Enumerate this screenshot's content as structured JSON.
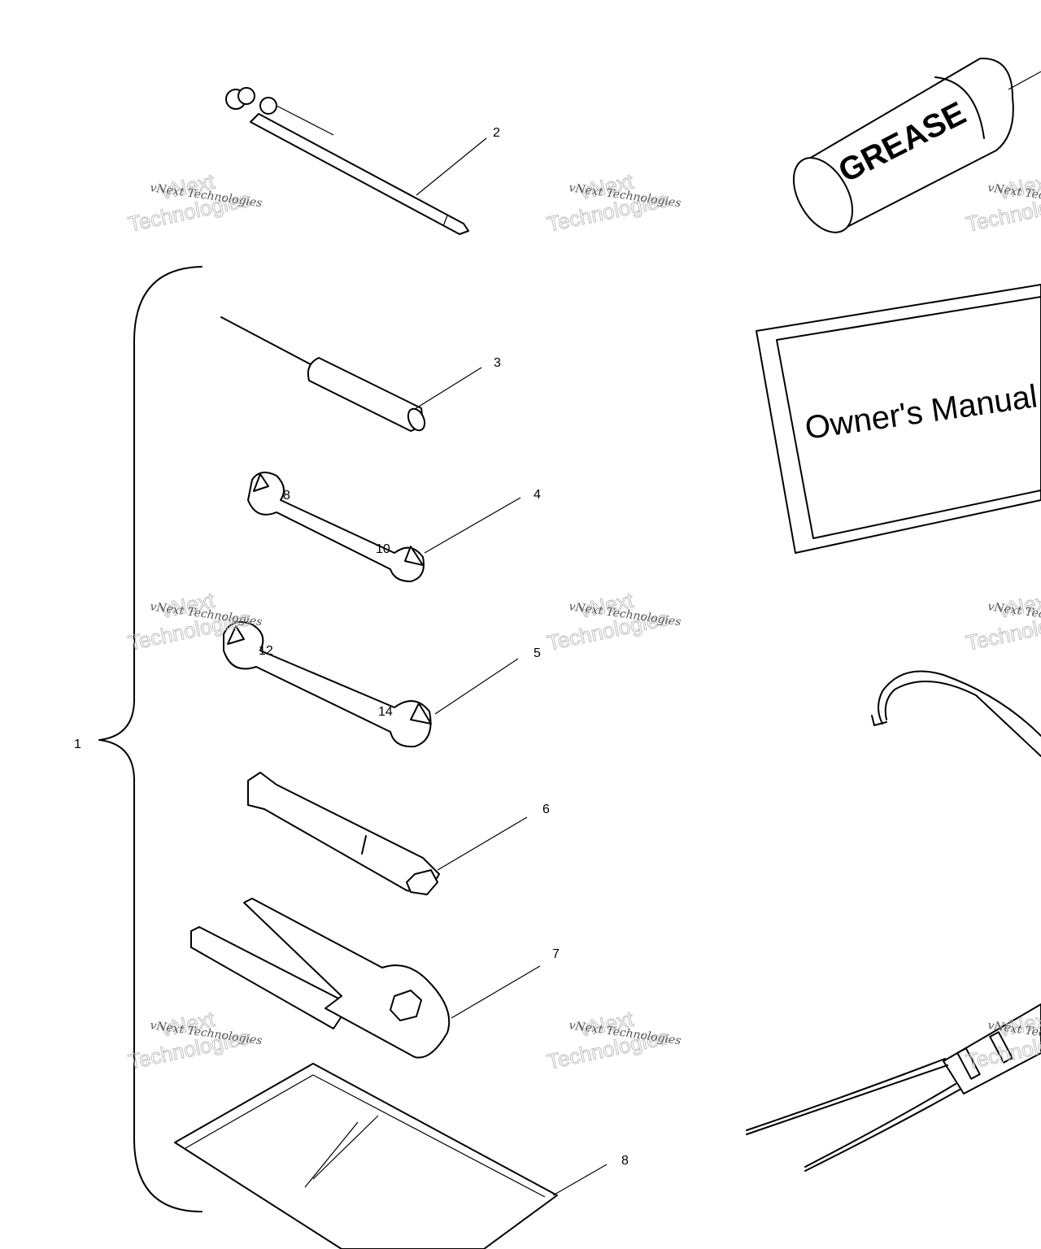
{
  "diagram": {
    "callouts": [
      "1",
      "2",
      "3",
      "4",
      "5",
      "6",
      "7",
      "8"
    ],
    "grease_label": "GREASE",
    "manual_label": "Owner's Manual",
    "wrench_sizes": [
      "8",
      "10",
      "12",
      "14"
    ],
    "watermark": {
      "line": "vNext Technologies",
      "big_top": "vNext",
      "big_bottom": "Technologies"
    }
  }
}
